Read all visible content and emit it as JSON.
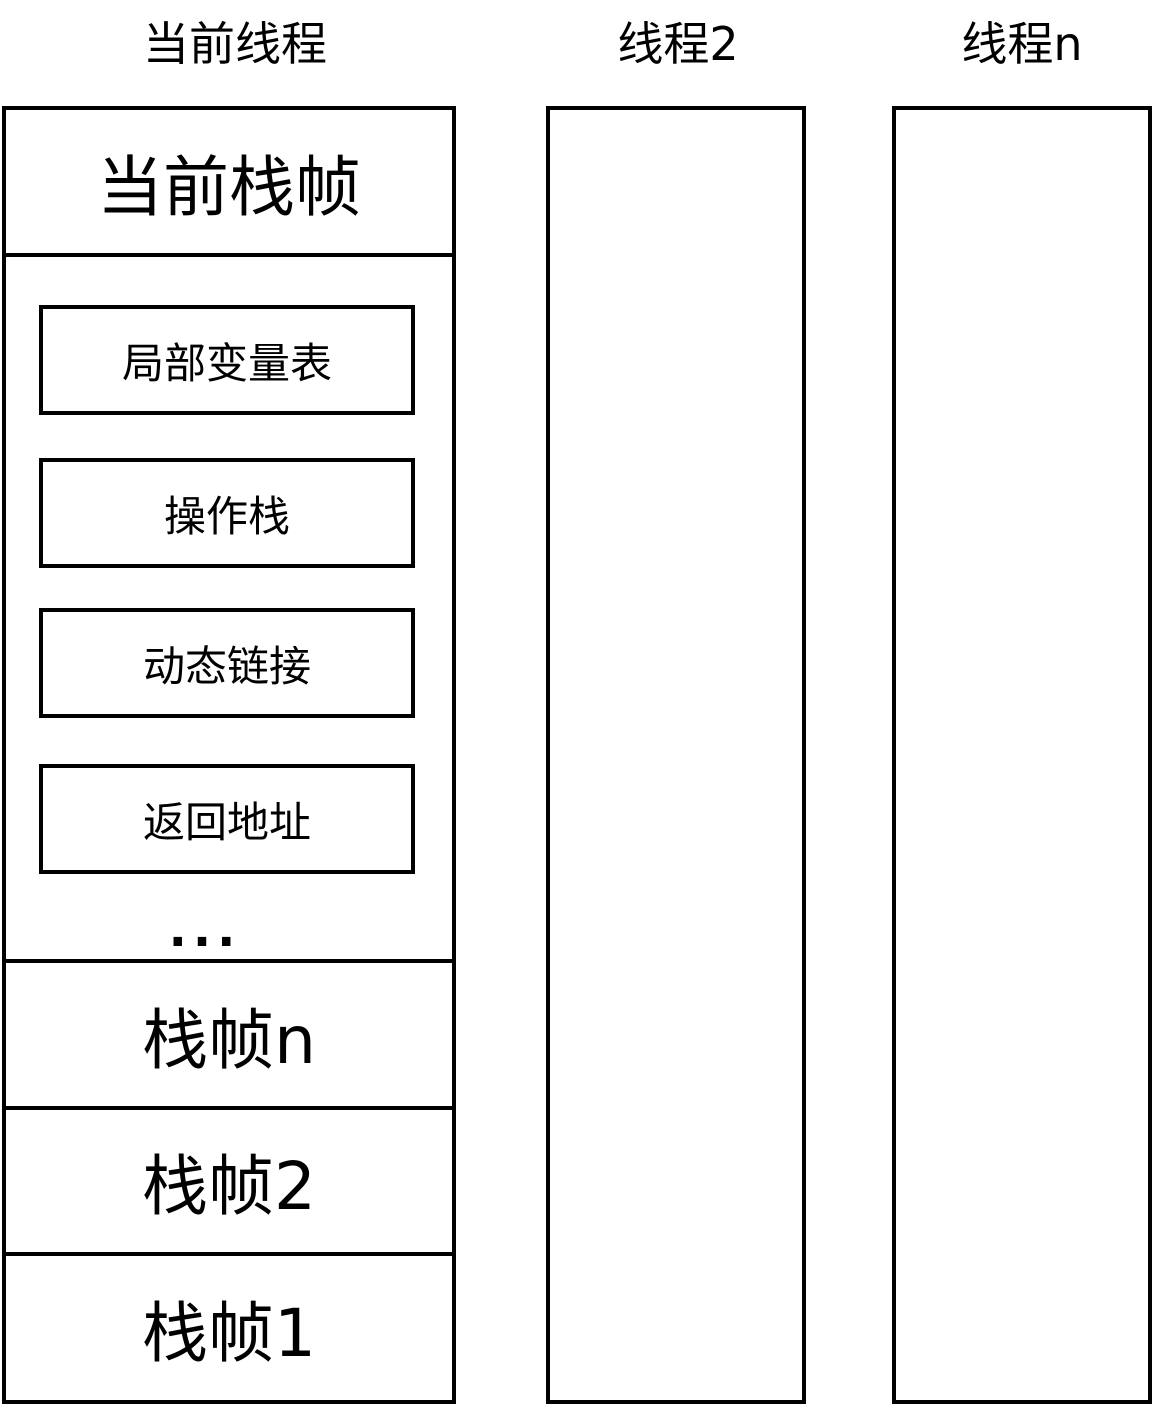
{
  "threads": {
    "current": {
      "title": "当前线程",
      "current_frame": "当前栈帧",
      "fields": [
        "局部变量表",
        "操作栈",
        "动态链接",
        "返回地址"
      ],
      "ellipsis": "...",
      "frames": [
        "栈帧n",
        "栈帧2",
        "栈帧1"
      ]
    },
    "thread2": {
      "title": "线程2"
    },
    "threadn": {
      "title": "线程n"
    }
  },
  "colors": {
    "stroke": "#000000",
    "background": "#ffffff"
  }
}
